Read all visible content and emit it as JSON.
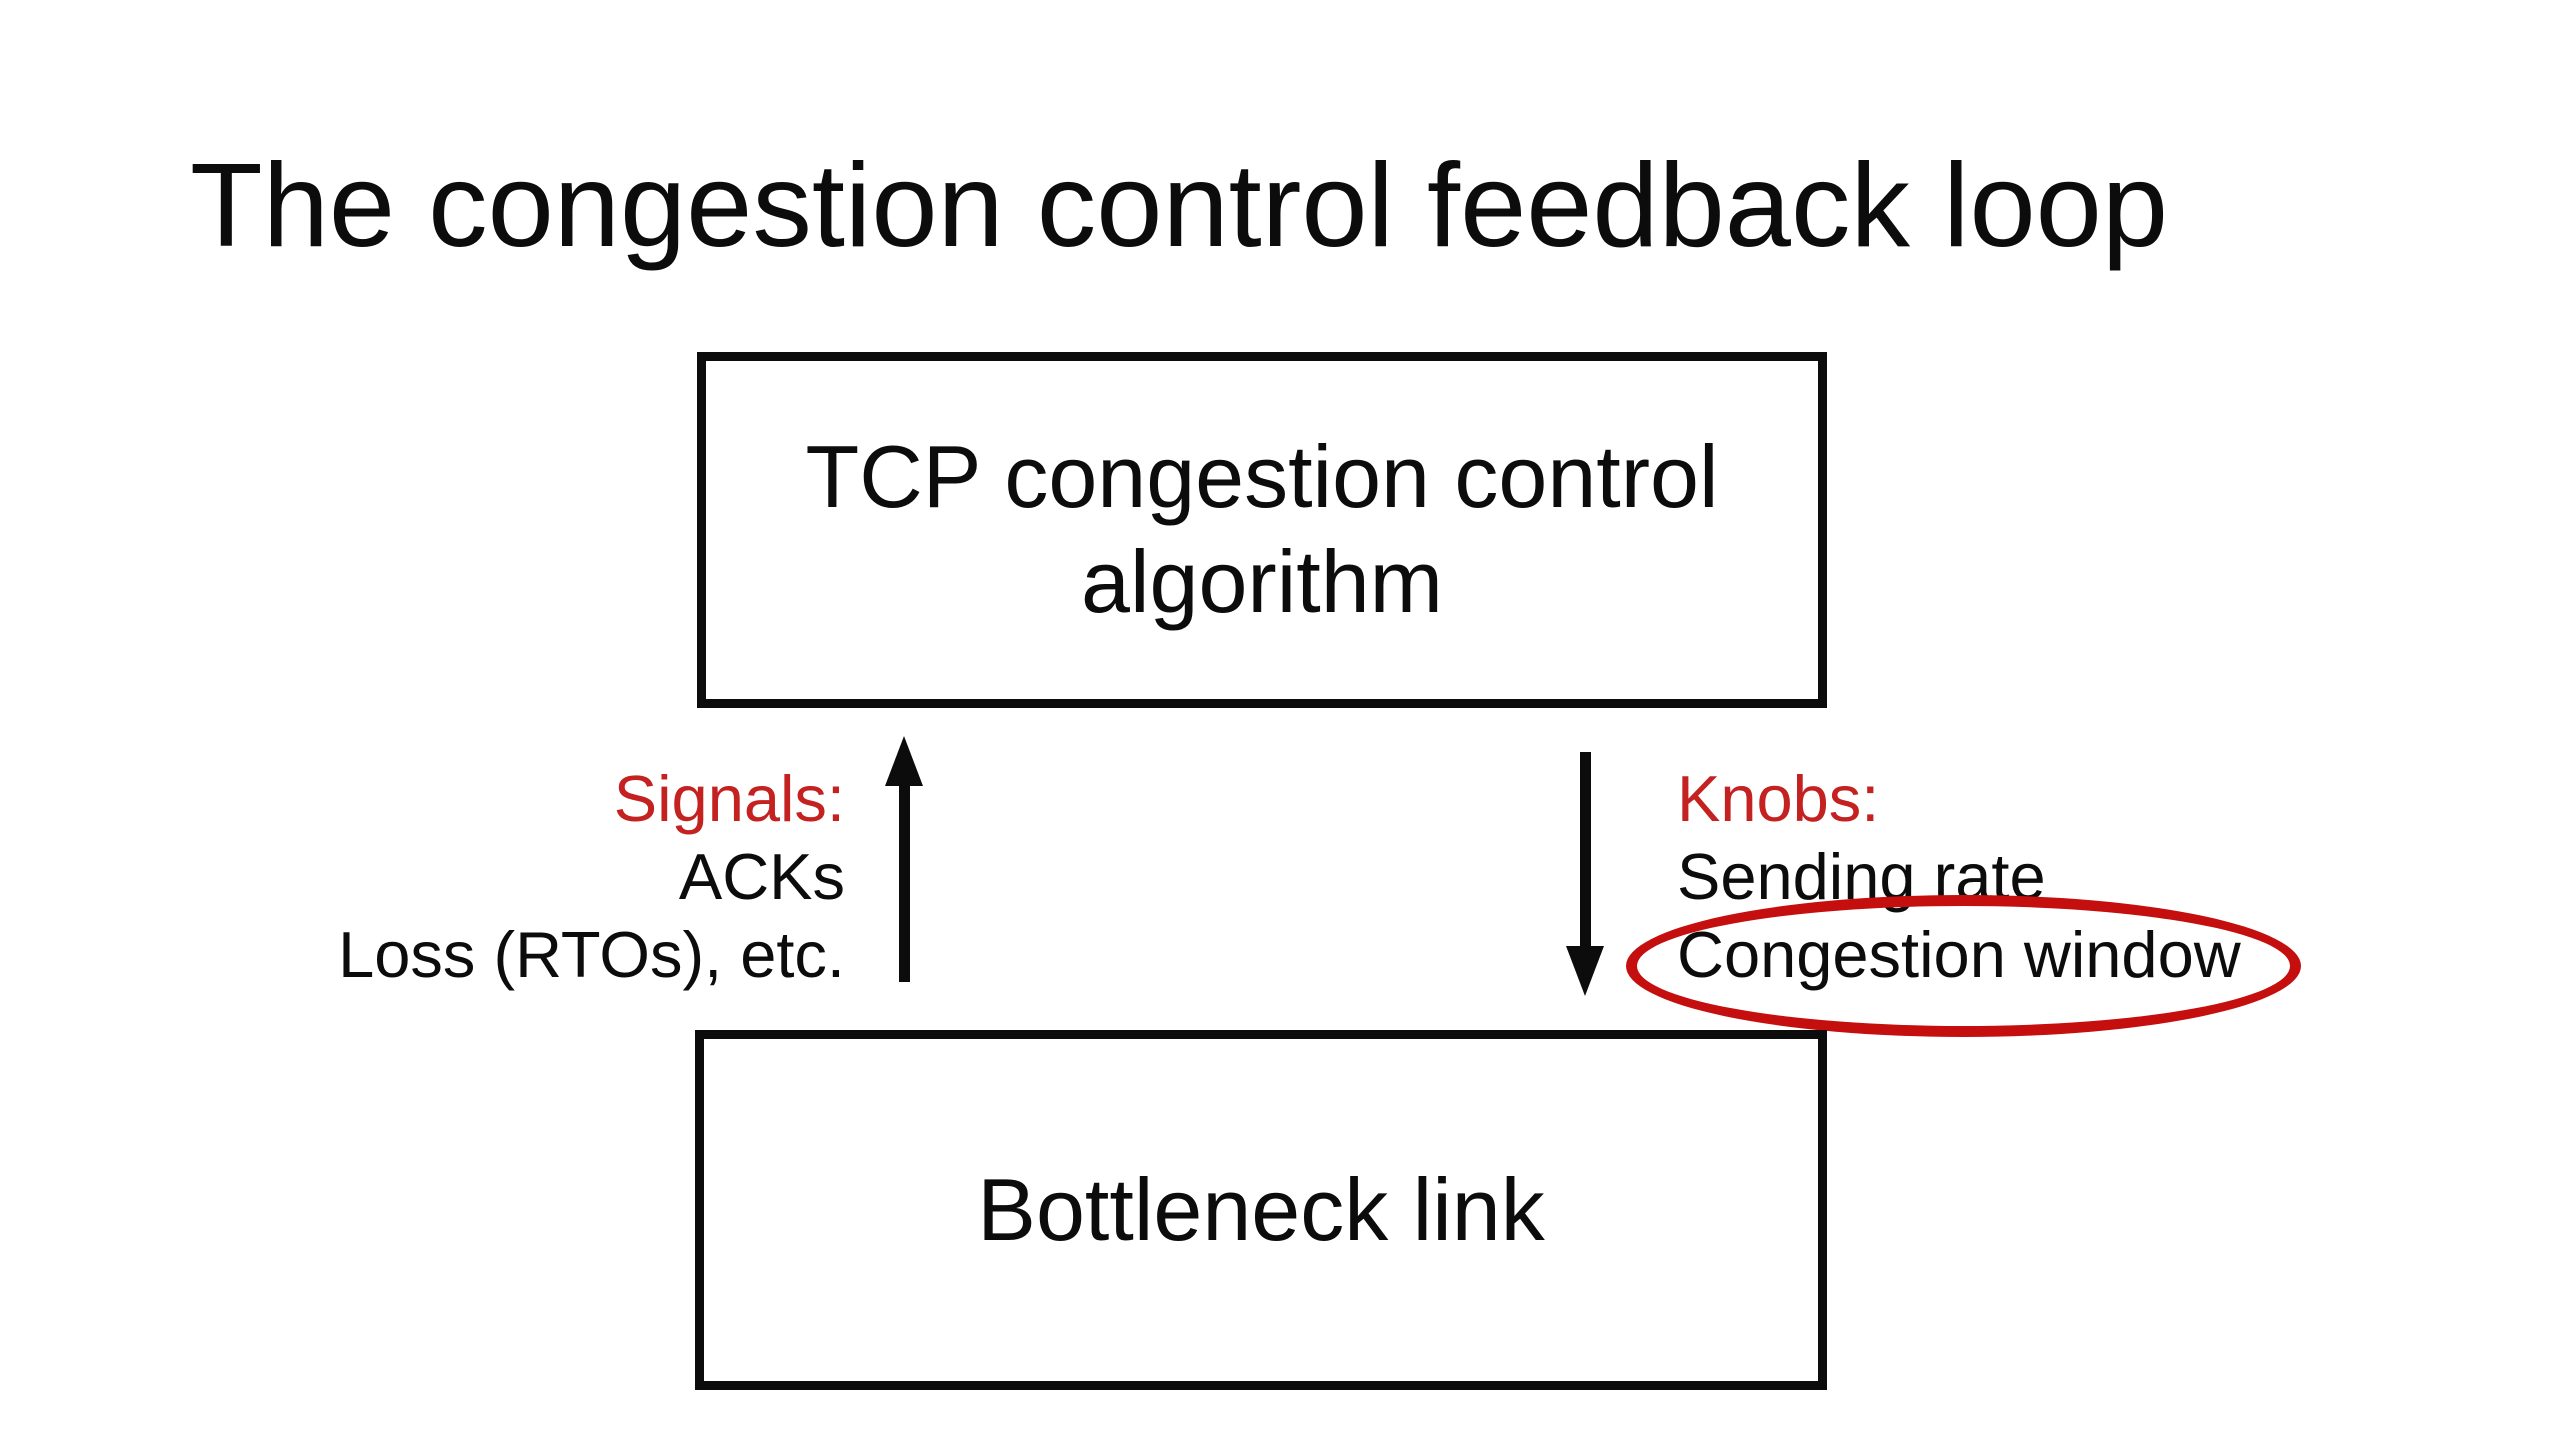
{
  "slide": {
    "title": "The congestion control feedback loop",
    "controller_box_label": "TCP congestion control algorithm",
    "bottleneck_box_label": "Bottleneck link",
    "signals": {
      "heading": "Signals:",
      "items": [
        "ACKs",
        "Loss (RTOs), etc."
      ]
    },
    "knobs": {
      "heading": "Knobs:",
      "items": [
        "Sending rate",
        "Congestion window"
      ]
    },
    "annotation": {
      "shape": "ellipse",
      "around": "Congestion window"
    }
  },
  "colors": {
    "background": "#ffffff",
    "text": "#0c0c0c",
    "accent_red": "#c42121",
    "annotation_red": "#c50e0e"
  }
}
